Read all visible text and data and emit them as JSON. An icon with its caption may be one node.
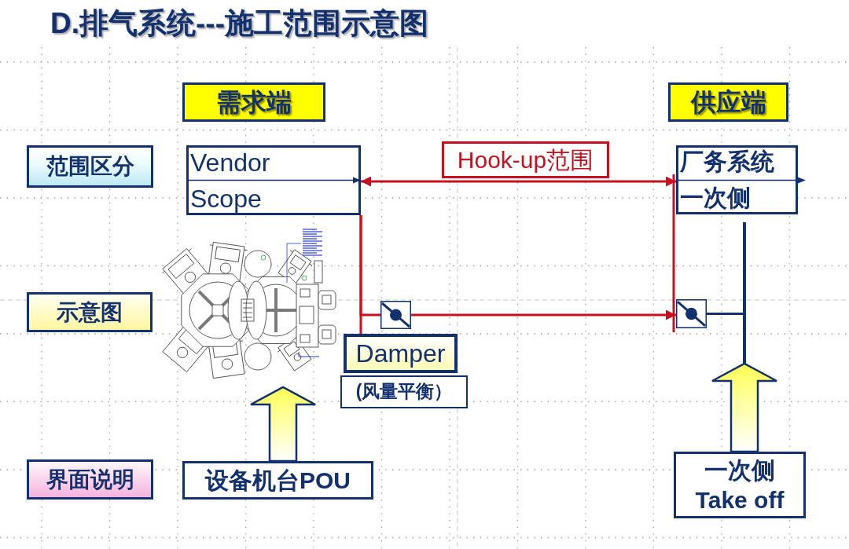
{
  "diagram": {
    "title": "D.排气系统---施工范围示意图",
    "nodes": [
      {
        "text": [
          "需求端"
        ]
      },
      {
        "text": [
          "供应端"
        ]
      },
      {
        "text": [
          "范围区分"
        ]
      },
      {
        "text": [
          "Vendor",
          "Scope"
        ]
      },
      {
        "text": [
          "Hook-up范围"
        ]
      },
      {
        "text": [
          "厂务系统",
          "一次侧"
        ]
      },
      {
        "text": [
          "示意图"
        ]
      },
      {
        "text": [],
        "shape": "picture"
      },
      {
        "text": [],
        "shape": "valve"
      },
      {
        "text": [],
        "shape": "valve"
      },
      {
        "text": [],
        "shape": "bar"
      },
      {
        "text": [
          "Damper"
        ]
      },
      {
        "text": [
          "(风量平衡）"
        ]
      },
      {
        "text": [
          "界面说明"
        ]
      },
      {
        "text": [
          "设备机台POU"
        ]
      },
      {
        "text": [
          "一次侧 Take off"
        ]
      }
    ],
    "edges": [
      {
        "from": 3,
        "to": 5,
        "arrow": "both"
      },
      {
        "from": 3,
        "to": 11,
        "arrow": "none"
      },
      {
        "from": 3,
        "to": 8,
        "arrow": "none"
      },
      {
        "from": 8,
        "to": 9,
        "arrow": "to"
      },
      {
        "from": 9,
        "to": 10,
        "arrow": "none",
        "color": "#13306f"
      },
      {
        "from": 14,
        "to": 7,
        "arrow": "to",
        "style": "thick",
        "color": "#ffff55"
      },
      {
        "from": 15,
        "to": 10,
        "arrow": "to",
        "style": "thick",
        "color": "#ffff55"
      }
    ]
  }
}
